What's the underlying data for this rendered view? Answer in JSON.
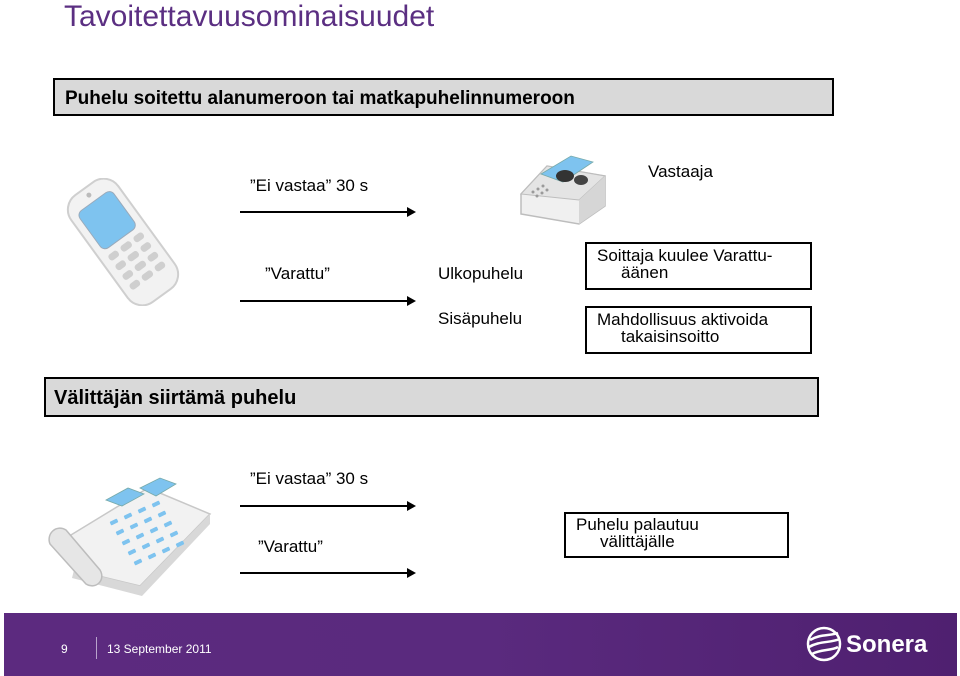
{
  "title": "Tavoitettavuusominaisuudet",
  "section1": {
    "heading": "Puhelu soitettu alanumeroon tai matkapuhelinnumeroon",
    "no_answer": "”Ei vastaa” 30 s",
    "voicemail": "Vastaaja",
    "busy": "”Varattu”",
    "external_call": "Ulkopuhelu",
    "internal_call": "Sisäpuhelu",
    "box_busy_tone": [
      "Soittaja kuulee Varattu-",
      "äänen"
    ],
    "box_callback": [
      "Mahdollisuus aktivoida",
      "takaisinsoitto"
    ]
  },
  "section2": {
    "heading": "Välittäjän siirtämä puhelu",
    "no_answer": "”Ei vastaa” 30 s",
    "busy": "”Varattu”",
    "box_return": [
      "Puhelu palautuu",
      "välittäjälle"
    ]
  },
  "footer": {
    "page_number": "9",
    "date": "13 September 2011",
    "brand": "Sonera"
  },
  "colors": {
    "title": "#5b2f82",
    "footer_bg": "#5c2a7f",
    "bar_bg": "#d9d9d9",
    "screen_blue": "#7ec3ef"
  }
}
